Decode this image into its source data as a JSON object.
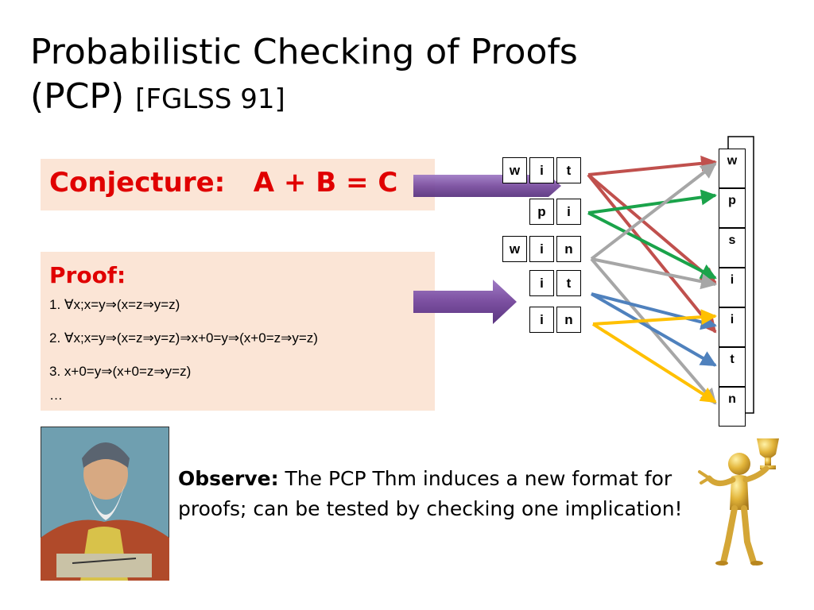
{
  "slide": {
    "title_line1": "Probabilistic Checking of Proofs",
    "title_line2": "(PCP)",
    "title_cite": "[FGLSS 91]"
  },
  "conjecture": {
    "text": "Conjecture:   A + B = C"
  },
  "proof": {
    "title": "Proof:",
    "lines": [
      "1. ∀x;x=y⇒(x=z⇒y=z)",
      "2. ∀x;x=y⇒(x=z⇒y=z)⇒x+0=y⇒(x+0=z⇒y=z)",
      "3. x+0=y⇒(x+0=z⇒y=z)",
      "…"
    ]
  },
  "queries": [
    [
      "w",
      "i",
      "t"
    ],
    [
      "p",
      "i"
    ],
    [
      "w",
      "i",
      "n"
    ],
    [
      "i",
      "t"
    ],
    [
      "i",
      "n"
    ]
  ],
  "proof_string": [
    "w",
    "p",
    "s",
    "i",
    "i",
    "t",
    "n"
  ],
  "observe": {
    "bold": "Observe:",
    "text": " The PCP Thm induces a new format for proofs; can be tested by checking one implication!"
  },
  "colors": {
    "red_text": "#e00000",
    "box_fill": "#fbe5d6",
    "arrow_purple": "#7b4fa0",
    "line_red": "#c0504d",
    "line_green": "#1aa34a",
    "line_gray": "#a6a6a6",
    "line_blue": "#4f81bd",
    "line_yellow": "#ffc000"
  },
  "images": {
    "portrait": "euclid-portrait",
    "figure": "gold-figure-with-trophy"
  }
}
